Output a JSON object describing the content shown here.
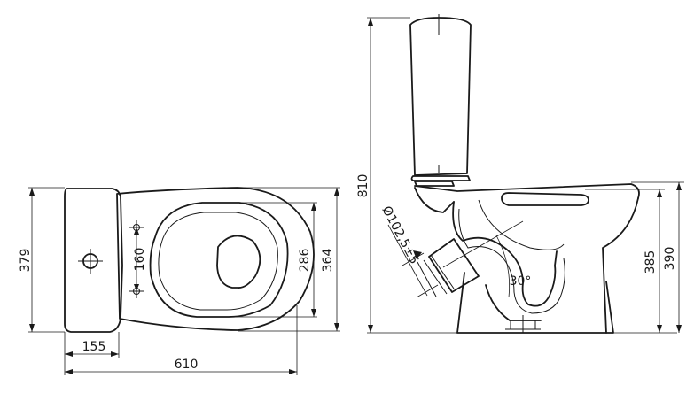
{
  "top_view": {
    "width_label": "610",
    "outlet_offset_label": "155",
    "depth_label": "379",
    "fixing_spacing_label": "160",
    "seat_depth_label": "286",
    "bowl_depth_label": "364"
  },
  "side_view": {
    "total_height_label": "810",
    "outlet_diameter_label": "Ø102,5±5",
    "outlet_angle_label": "30°",
    "rim_height_label": "385",
    "overall_rim_height_label": "390"
  }
}
